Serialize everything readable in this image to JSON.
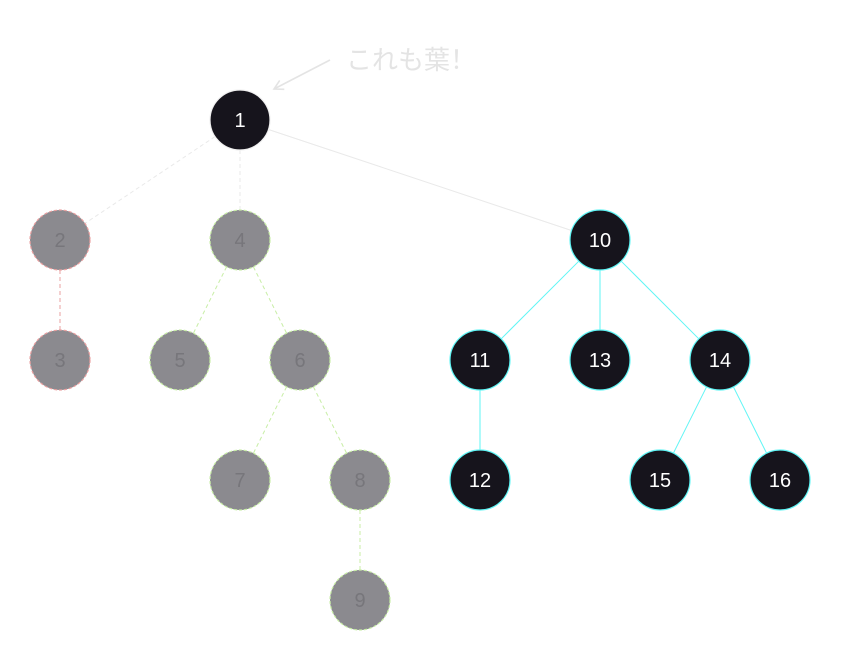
{
  "diagram": {
    "type": "tree",
    "colors": {
      "active_fill": "#16141c",
      "active_stroke": "#5ff5f5",
      "active_text": "#ffffff",
      "faded_fill": "#8b8a8f",
      "faded_text": "#77767b",
      "faded_stroke_green": "#c8eea6",
      "faded_stroke_red": "#eaa0a0",
      "faded_edge_root": "#e9e9e9",
      "callout": "#e4e4e4"
    },
    "nodes": [
      {
        "id": "1",
        "label": "1",
        "state": "active",
        "stroke": "#f0f0f0"
      },
      {
        "id": "2",
        "label": "2",
        "state": "faded",
        "stroke": "#eaa0a0"
      },
      {
        "id": "3",
        "label": "3",
        "state": "faded",
        "stroke": "#eaa0a0"
      },
      {
        "id": "4",
        "label": "4",
        "state": "faded",
        "stroke": "#c8eea6"
      },
      {
        "id": "5",
        "label": "5",
        "state": "faded",
        "stroke": "#c8eea6"
      },
      {
        "id": "6",
        "label": "6",
        "state": "faded",
        "stroke": "#c8eea6"
      },
      {
        "id": "7",
        "label": "7",
        "state": "faded",
        "stroke": "#c8eea6"
      },
      {
        "id": "8",
        "label": "8",
        "state": "faded",
        "stroke": "#c8eea6"
      },
      {
        "id": "9",
        "label": "9",
        "state": "faded",
        "stroke": "#c8eea6"
      },
      {
        "id": "10",
        "label": "10",
        "state": "active",
        "stroke": "#5ff5f5"
      },
      {
        "id": "11",
        "label": "11",
        "state": "active",
        "stroke": "#5ff5f5"
      },
      {
        "id": "12",
        "label": "12",
        "state": "active",
        "stroke": "#5ff5f5"
      },
      {
        "id": "13",
        "label": "13",
        "state": "active",
        "stroke": "#5ff5f5"
      },
      {
        "id": "14",
        "label": "14",
        "state": "active",
        "stroke": "#5ff5f5"
      },
      {
        "id": "15",
        "label": "15",
        "state": "active",
        "stroke": "#5ff5f5"
      },
      {
        "id": "16",
        "label": "16",
        "state": "active",
        "stroke": "#5ff5f5"
      }
    ],
    "edges": [
      {
        "from": "1",
        "to": "2",
        "style": "dashed",
        "color": "#e9e9e9"
      },
      {
        "from": "1",
        "to": "4",
        "style": "dashed",
        "color": "#e9e9e9"
      },
      {
        "from": "1",
        "to": "10",
        "style": "solid",
        "color": "#e9e9e9"
      },
      {
        "from": "2",
        "to": "3",
        "style": "dashed",
        "color": "#eaa0a0"
      },
      {
        "from": "4",
        "to": "5",
        "style": "dashed",
        "color": "#c8eea6"
      },
      {
        "from": "4",
        "to": "6",
        "style": "dashed",
        "color": "#c8eea6"
      },
      {
        "from": "6",
        "to": "7",
        "style": "dashed",
        "color": "#c8eea6"
      },
      {
        "from": "6",
        "to": "8",
        "style": "dashed",
        "color": "#c8eea6"
      },
      {
        "from": "8",
        "to": "9",
        "style": "dashed",
        "color": "#c8eea6"
      },
      {
        "from": "10",
        "to": "11",
        "style": "solid",
        "color": "#5ff5f5"
      },
      {
        "from": "10",
        "to": "13",
        "style": "solid",
        "color": "#5ff5f5"
      },
      {
        "from": "10",
        "to": "14",
        "style": "solid",
        "color": "#5ff5f5"
      },
      {
        "from": "11",
        "to": "12",
        "style": "solid",
        "color": "#5ff5f5"
      },
      {
        "from": "14",
        "to": "15",
        "style": "solid",
        "color": "#5ff5f5"
      },
      {
        "from": "14",
        "to": "16",
        "style": "solid",
        "color": "#5ff5f5"
      }
    ],
    "callout": {
      "text": "これも葉！",
      "points_to": "1"
    }
  }
}
